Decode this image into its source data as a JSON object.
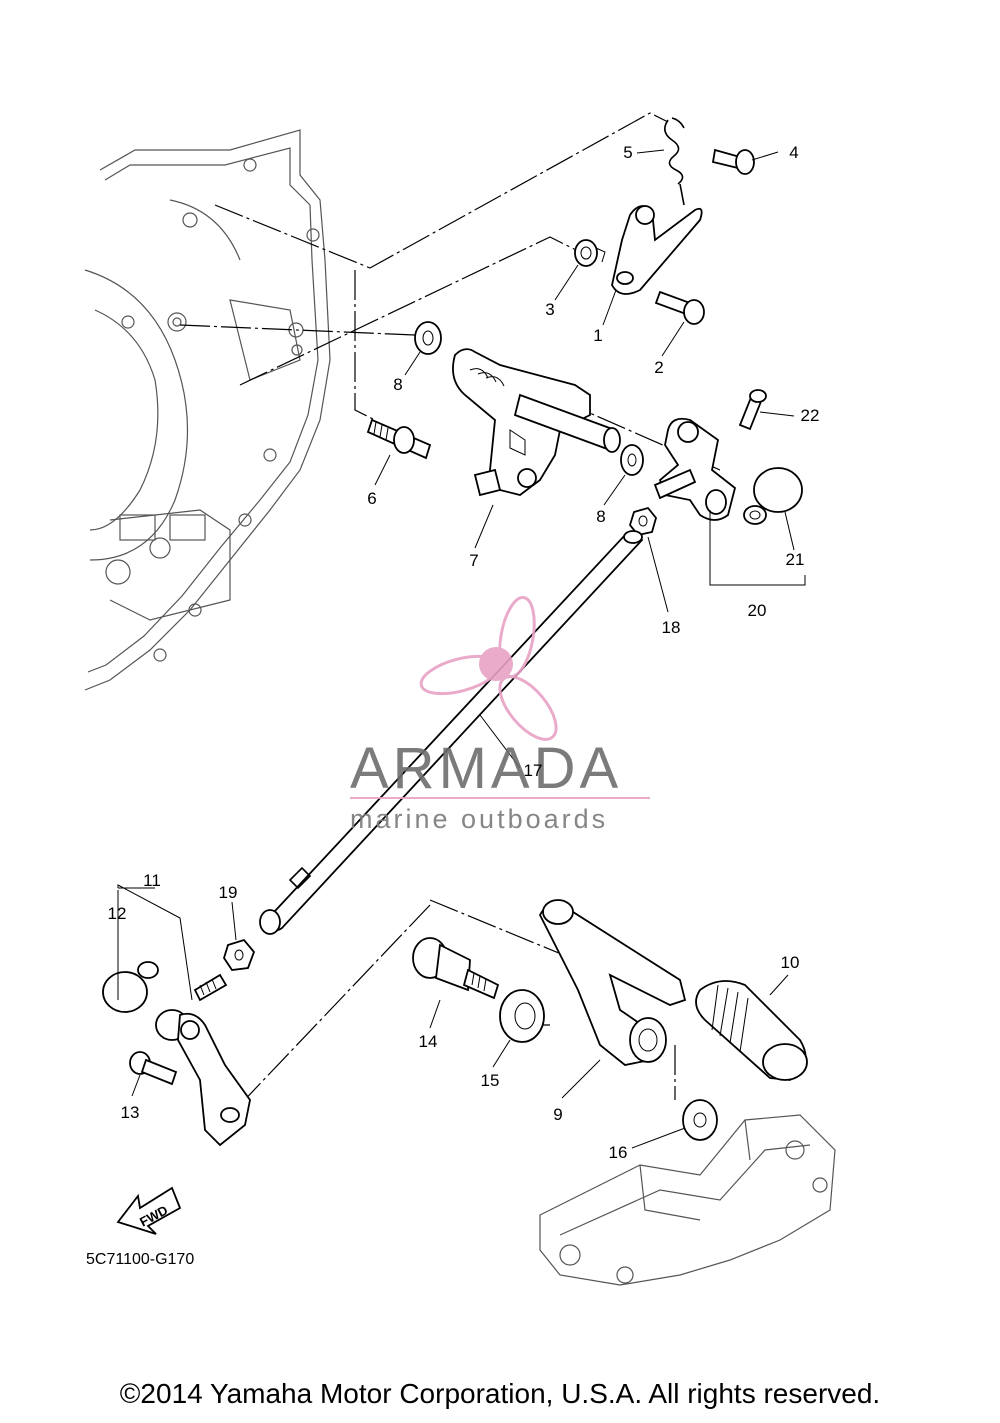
{
  "diagram": {
    "code": "5C71100-G170",
    "fwd_label": "FWD",
    "callouts": [
      {
        "id": "1",
        "label": "1"
      },
      {
        "id": "2",
        "label": "2"
      },
      {
        "id": "3",
        "label": "3"
      },
      {
        "id": "4",
        "label": "4"
      },
      {
        "id": "5",
        "label": "5"
      },
      {
        "id": "6",
        "label": "6"
      },
      {
        "id": "7",
        "label": "7"
      },
      {
        "id": "8a",
        "label": "8"
      },
      {
        "id": "8b",
        "label": "8"
      },
      {
        "id": "9",
        "label": "9"
      },
      {
        "id": "10",
        "label": "10"
      },
      {
        "id": "11",
        "label": "11"
      },
      {
        "id": "12",
        "label": "12"
      },
      {
        "id": "13",
        "label": "13"
      },
      {
        "id": "14",
        "label": "14"
      },
      {
        "id": "15",
        "label": "15"
      },
      {
        "id": "16",
        "label": "16"
      },
      {
        "id": "17",
        "label": "17"
      },
      {
        "id": "18",
        "label": "18"
      },
      {
        "id": "19",
        "label": "19"
      },
      {
        "id": "20",
        "label": "20"
      },
      {
        "id": "21",
        "label": "21"
      },
      {
        "id": "22",
        "label": "22"
      }
    ]
  },
  "watermark": {
    "brand": "ARMADA",
    "tagline": "marine outboards",
    "accent_color": "#e8a2c6"
  },
  "footer": {
    "copyright": "©2014 Yamaha Motor Corporation, U.S.A. All rights reserved."
  }
}
